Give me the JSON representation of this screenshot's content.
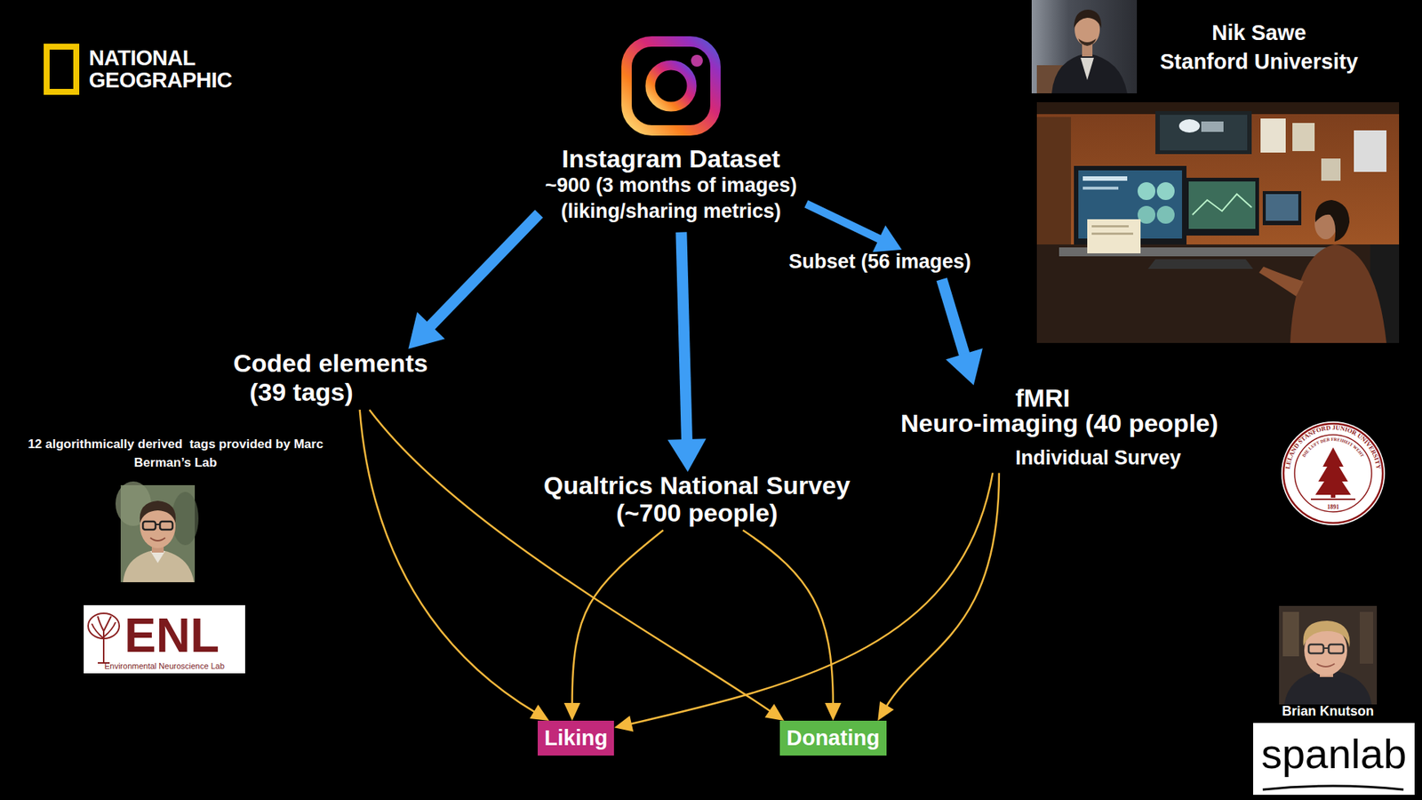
{
  "diagram": {
    "nodes": [
      {
        "text": [
          "Instagram Dataset",
          "~900 (3 months of images)",
          "(liking/sharing metrics)"
        ]
      },
      {
        "text": [
          "Subset (56 images)"
        ]
      },
      {
        "text": [
          "Coded elements",
          "(39 tags)"
        ]
      },
      {
        "text": [
          "Qualtrics National Survey",
          "(~700 people)"
        ]
      },
      {
        "text": [
          "fMRI",
          "Neuro-imaging (40 people)",
          "Individual Survey"
        ]
      },
      {
        "text": [
          "Liking"
        ]
      },
      {
        "text": [
          "Donating"
        ]
      }
    ],
    "edges": [
      {
        "from": 0,
        "to": 2,
        "arrow": "to"
      },
      {
        "from": 0,
        "to": 3,
        "arrow": "to"
      },
      {
        "from": 0,
        "to": 1,
        "arrow": "to"
      },
      {
        "from": 1,
        "to": 4,
        "arrow": "to"
      },
      {
        "from": 2,
        "to": 5,
        "arrow": "to"
      },
      {
        "from": 2,
        "to": 6,
        "arrow": "to"
      },
      {
        "from": 3,
        "to": 5,
        "arrow": "to"
      },
      {
        "from": 3,
        "to": 6,
        "arrow": "to"
      },
      {
        "from": 4,
        "to": 5,
        "arrow": "to"
      },
      {
        "from": 4,
        "to": 6,
        "arrow": "to"
      }
    ],
    "labels": [
      "NATIONAL GEOGRAPHIC",
      "Nik Sawe",
      "Stanford University",
      "12 algorithmically derived  tags provided by Marc Berman’s Lab",
      "ENL",
      "Environmental Neuroscience Lab",
      "LELAND STANFORD JUNIOR UNIVERSITY",
      "DIE LUFT DER FREIHEIT WEHT",
      "1891",
      "Brian Knutson",
      "spanlab"
    ]
  }
}
